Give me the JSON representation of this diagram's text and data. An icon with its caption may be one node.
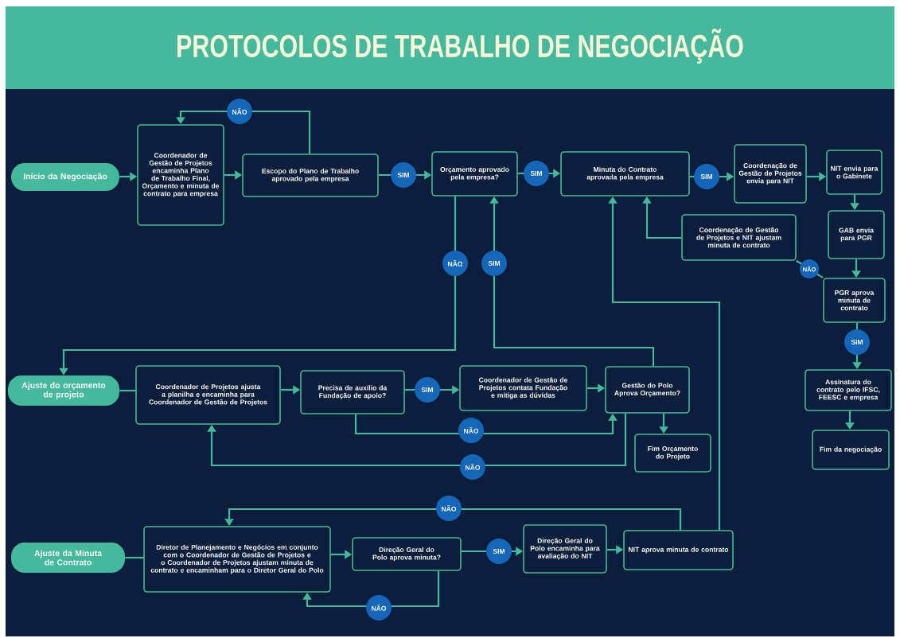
{
  "diagram": {
    "title": "PROTOCOLOS DE TRABALHO DE NEGOCIAÇÃO",
    "nodes": [
      {
        "text": [
          "Início da Negociação"
        ]
      },
      {
        "text": [
          "Coordenador de Gestão de Projetos encaminha Plano de Trabalho Final, Orçamento e minuta de contrato para empresa"
        ]
      },
      {
        "text": [
          "Escopo do Plano de Trabalho aprovado pela empresa"
        ]
      },
      {
        "text": [
          "Orçamento aprovado pela empresa?"
        ]
      },
      {
        "text": [
          "Minuta do Contrato aprovada pela empresa"
        ]
      },
      {
        "text": [
          "Coordenação de Gestão de Projetos envia para NIT"
        ]
      },
      {
        "text": [
          "NIT envia para o Gabinete"
        ]
      },
      {
        "text": [
          "Coordenação de Gestão de Projetos e NIT ajustam minuta de contrato"
        ]
      },
      {
        "text": [
          "GAB envia para PGR"
        ]
      },
      {
        "text": [
          "PGR aprova minuta de contrato"
        ]
      },
      {
        "text": [
          "Assinatura do contrato pelo IFSC, FEESC e empresa"
        ]
      },
      {
        "text": [
          "Fim da negociação"
        ]
      },
      {
        "text": [
          "Ajuste do orçamento de projeto"
        ]
      },
      {
        "text": [
          "Coordenador de Projetos ajusta a planilha e encaminha para Coordenador de Gestão de Projetos"
        ]
      },
      {
        "text": [
          "Precisa de auxílio da Fundação de apoio?"
        ]
      },
      {
        "text": [
          "Coordenador de Gestão de Projetos contata Fundação e mitiga as dúvidas"
        ]
      },
      {
        "text": [
          "Gestão do Polo Aprova Orçamento?"
        ]
      },
      {
        "text": [
          "Fim Orçamento do Projeto"
        ]
      },
      {
        "text": [
          "Ajuste da Minuta de Contrato"
        ]
      },
      {
        "text": [
          "Diretor de Planejamento e Negócios em conjunto com o Coordenador de Gestão de Projetos e o Coordenador de Projetos ajustam minuta de contrato e encaminham para o Diretor Geral do Polo"
        ]
      },
      {
        "text": [
          "Direção Geral do Polo aprova minuta?"
        ]
      },
      {
        "text": [
          "Direção Geral do Polo encaminha para avaliação do NIT"
        ]
      },
      {
        "text": [
          "NIT aprova minuta de contrato"
        ]
      }
    ],
    "edges": [
      {
        "from": 0,
        "to": 1,
        "arrow": "to"
      },
      {
        "from": 1,
        "to": 2,
        "arrow": "to"
      },
      {
        "from": 2,
        "to": 1,
        "arrow": "to",
        "label": "NÃO"
      },
      {
        "from": 2,
        "to": 3,
        "arrow": "to",
        "label": "SIM"
      },
      {
        "from": 3,
        "to": 4,
        "arrow": "to",
        "label": "SIM"
      },
      {
        "from": 4,
        "to": 5,
        "arrow": "to",
        "label": "SIM"
      },
      {
        "from": 5,
        "to": 6,
        "arrow": "to"
      },
      {
        "from": 6,
        "to": 8,
        "arrow": "to"
      },
      {
        "from": 8,
        "to": 9,
        "arrow": "to"
      },
      {
        "from": 9,
        "to": 7,
        "arrow": "none",
        "label": "NÃO"
      },
      {
        "from": 7,
        "to": 4,
        "arrow": "to"
      },
      {
        "from": 9,
        "to": 10,
        "arrow": "to",
        "label": "SIM"
      },
      {
        "from": 10,
        "to": 11,
        "arrow": "to"
      },
      {
        "from": 3,
        "to": 12,
        "arrow": "to",
        "label": "NÃO"
      },
      {
        "from": 16,
        "to": 3,
        "arrow": "to",
        "label": "SIM"
      },
      {
        "from": 12,
        "to": 13,
        "arrow": "none"
      },
      {
        "from": 13,
        "to": 14,
        "arrow": "to"
      },
      {
        "from": 14,
        "to": 15,
        "arrow": "to",
        "label": "SIM"
      },
      {
        "from": 15,
        "to": 16,
        "arrow": "to"
      },
      {
        "from": 14,
        "to": 16,
        "arrow": "to",
        "label": "NÃO"
      },
      {
        "from": 16,
        "to": 13,
        "arrow": "to",
        "label": "NÃO"
      },
      {
        "from": 16,
        "to": 17,
        "arrow": "to"
      },
      {
        "from": 18,
        "to": 19,
        "arrow": "none"
      },
      {
        "from": 19,
        "to": 20,
        "arrow": "to"
      },
      {
        "from": 20,
        "to": 21,
        "arrow": "to",
        "label": "SIM"
      },
      {
        "from": 21,
        "to": 22,
        "arrow": "to"
      },
      {
        "from": 20,
        "to": 19,
        "arrow": "to",
        "label": "NÃO"
      },
      {
        "from": 22,
        "to": 19,
        "arrow": "to",
        "label": "NÃO"
      },
      {
        "from": 22,
        "to": 4,
        "arrow": "to"
      }
    ]
  }
}
